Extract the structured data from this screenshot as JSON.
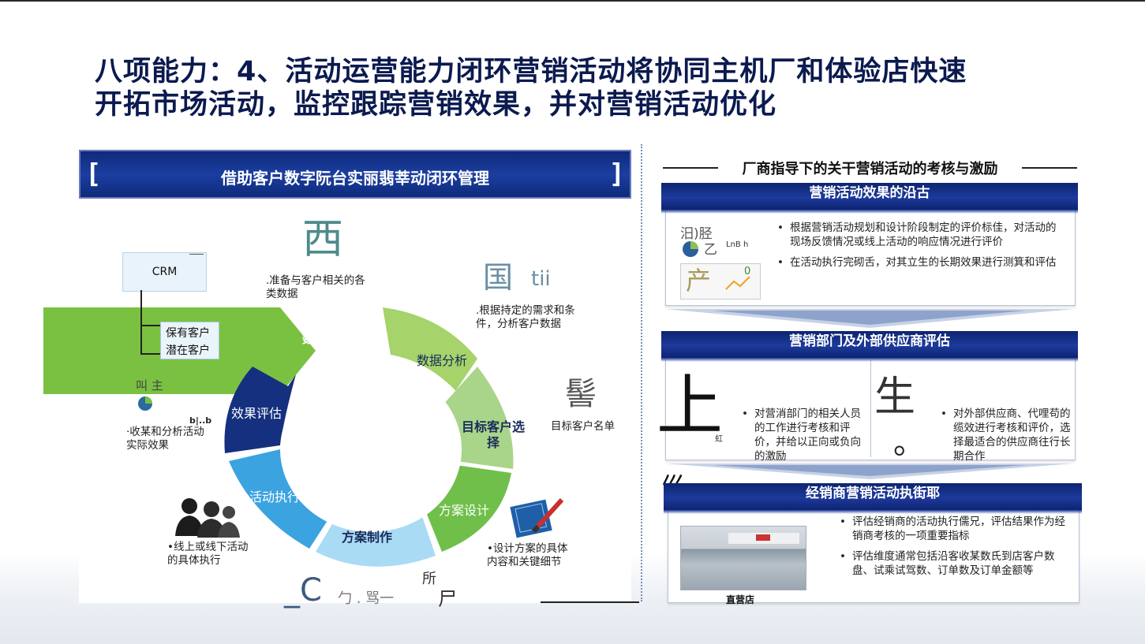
{
  "title": {
    "line1": "八项能力：4、活动运营能力闭环营销活动将协同主机厂和体验店快速",
    "line2": "开拓市场活动，监控跟踪营销效果，并对营销活动优化"
  },
  "left": {
    "header": "借助客户数字阮台实丽翡莘动闭环管理",
    "crm": "CRM",
    "customers": [
      "保有客户",
      "潜在客户"
    ],
    "stages": {
      "data_prep": "数据准备",
      "data_analysis": "数据分析",
      "target_selection": "目标客户选择",
      "plan_design": "方案设计",
      "plan_making": "方案制作",
      "execution": "活动执行",
      "evaluation": "效果评估"
    },
    "annotations": {
      "data_prep": ".准备与客户相关的各类数据",
      "analysis": ".根据持定的需求和条件，分析客户数据",
      "target_list": "目标客户名单",
      "design": "•设计方案的具体内容和关键细节",
      "execution": "•线上或线下活动的具体执行",
      "evaluation": "·收某和分析活动实际效果"
    },
    "glyphs": {
      "db": "西",
      "analysis_a": "国",
      "analysis_b": "tii",
      "target": "髻",
      "eval_a": "叫 主",
      "eval_b": "b|..b",
      "bottom_a": "_C",
      "bottom_b": "勹 .  骂一",
      "bottom_c": "所",
      "bottom_d": "尸"
    }
  },
  "right": {
    "title": "厂商指导下的关干营销活动的考核与激励",
    "sec1": {
      "head": "营销活动效果的沿古",
      "bullets": [
        "根据营销活动规划和设计阶段制定的评价标佳，对活动的现场反馈情况或线上活动的响应情况进行评价",
        "在活动执行完砌舌，对其立生的长期效果进行测箕和评估"
      ],
      "icon_a": "汨)胫",
      "icon_b": "乙",
      "icon_c": "LnB h",
      "icon_d": "产",
      "icon_e": "0"
    },
    "sec2": {
      "head": "营销部门及外部供应商评估",
      "left_bullet": "对营消部门的相关人员的工作进行考核和评价，并给以正向或负向的激励",
      "right_bullet": "对外部供应商、代哩苟的缆效进行考核和评价，选择最适合的供应商往行长期合作",
      "glyph_left": "上",
      "glyph_right": "生",
      "glyph_dot": "。",
      "glyph_small": "虹"
    },
    "sec3": {
      "head": "经销商营销活动执街耶",
      "bullets": [
        "评估经销商的活动执行儒兄，评估结果作为经销商考核的一项重要指标",
        "评估维度通常包括沿客收某数氏到店客户数盘、试乘试驾数、订单数及订单金额等"
      ],
      "photo_caption": "直营店",
      "glyph_marks": "巛"
    }
  },
  "colors": {
    "navy": "#0d2470",
    "green": "#7ac142",
    "light_green": "#a6d36a",
    "dark_blue": "#15307e",
    "blue": "#3ea0dc",
    "light_blue": "#9fd3f0"
  }
}
